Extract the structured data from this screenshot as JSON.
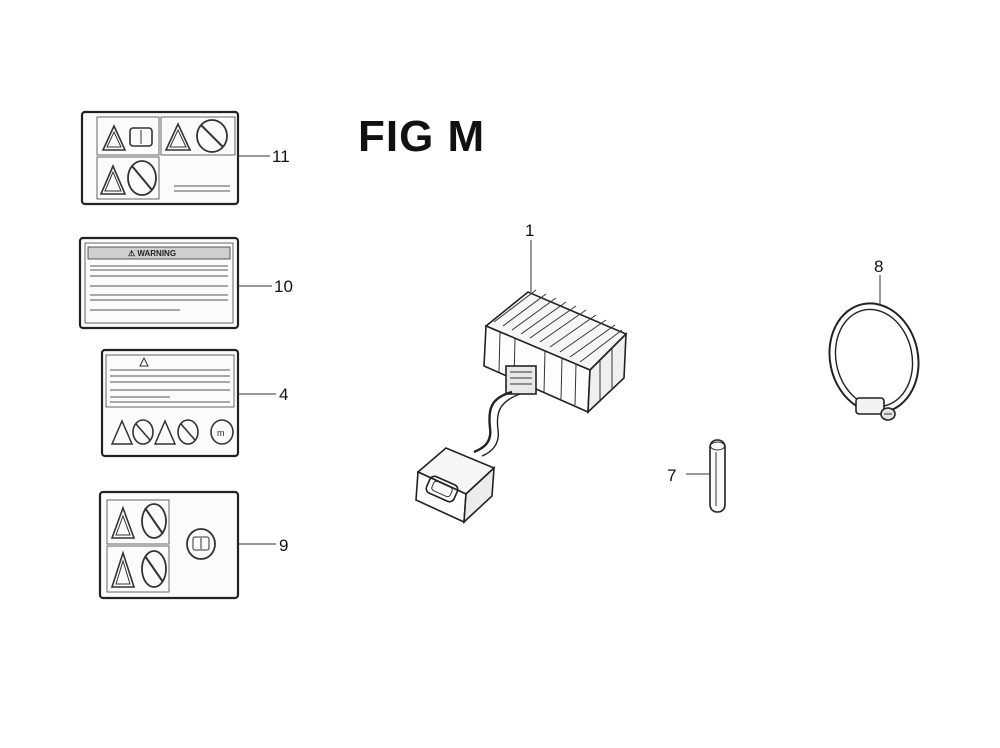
{
  "figure": {
    "title": "FIG M"
  },
  "parts": [
    {
      "id": "p11",
      "number": "11",
      "kind": "label-icons"
    },
    {
      "id": "p10",
      "number": "10",
      "kind": "label-warning"
    },
    {
      "id": "p4",
      "number": "4",
      "kind": "label-combined"
    },
    {
      "id": "p9",
      "number": "9",
      "kind": "label-icons"
    },
    {
      "id": "p1",
      "number": "1",
      "kind": "regulator-rectifier"
    },
    {
      "id": "p8",
      "number": "8",
      "kind": "hose-clamp"
    },
    {
      "id": "p7",
      "number": "7",
      "kind": "pin"
    }
  ],
  "labels": {
    "warning_heading": "⚠ WARNING",
    "manual_symbol": "m"
  }
}
